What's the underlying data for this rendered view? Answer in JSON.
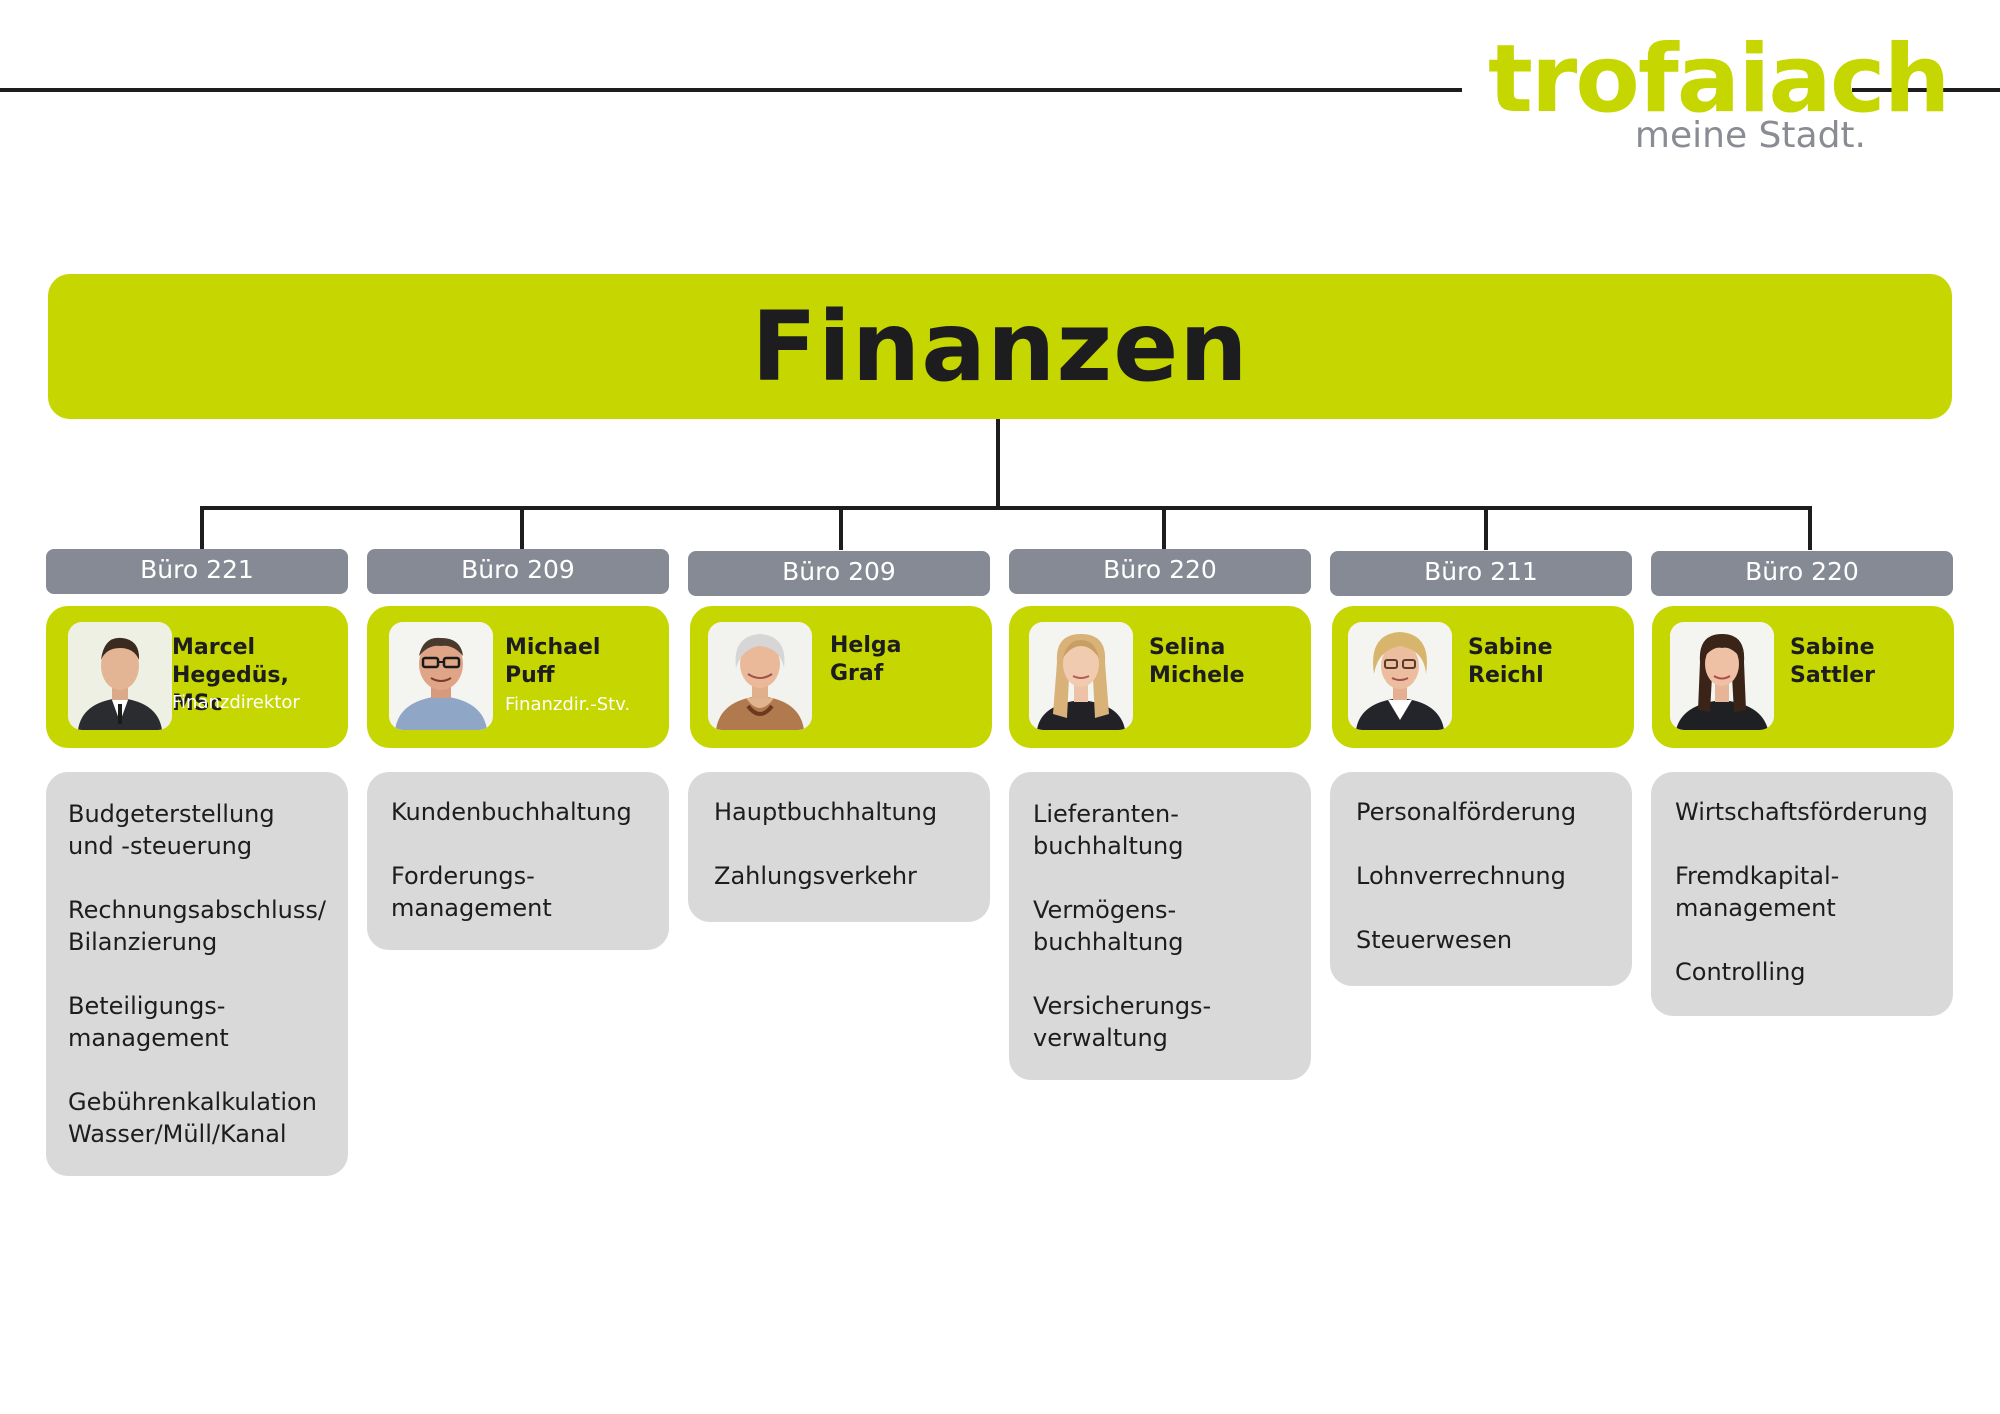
{
  "logo": {
    "word": "trofaiach",
    "tagline": "meine Stadt."
  },
  "title": "Finanzen",
  "colors": {
    "accent": "#c5d600",
    "room_bg": "#858a94",
    "task_bg": "#d9d9d9",
    "line": "#1d1d1f"
  },
  "columns": [
    {
      "room": "Büro 221",
      "name": "Marcel\nHegedüs, MSc",
      "role": "Finanzdirektor",
      "photo_icon": "person-photo-man-suit",
      "tasks": [
        "Budgeterstellung\nund -steuerung",
        "Rechnungsabschluss/\nBilanzierung",
        "Beteiligungs-\nmanagement",
        "Gebührenkalkulation\nWasser/Müll/Kanal"
      ]
    },
    {
      "room": "Büro 209",
      "name": "Michael\nPuff",
      "role": "Finanzdir.-Stv.",
      "photo_icon": "person-photo-man-glasses",
      "tasks": [
        "Kundenbuchhaltung",
        "Forderungs-\nmanagement"
      ]
    },
    {
      "room": "Büro 209",
      "name": "Helga\nGraf",
      "role": "",
      "photo_icon": "person-photo-woman-grey-hair",
      "tasks": [
        "Hauptbuchhaltung",
        "Zahlungsverkehr"
      ]
    },
    {
      "room": "Büro 220",
      "name": "Selina\nMichele",
      "role": "",
      "photo_icon": "person-photo-woman-blonde",
      "tasks": [
        "Lieferanten-\nbuchhaltung",
        "Vermögens-\nbuchhaltung",
        "Versicherungs-\nverwaltung"
      ]
    },
    {
      "room": "Büro 211",
      "name": "Sabine\nReichl",
      "role": "",
      "photo_icon": "person-photo-woman-curly-blonde",
      "tasks": [
        "Personalförderung",
        "Lohnverrechnung",
        "Steuerwesen"
      ]
    },
    {
      "room": "Büro 220",
      "name": "Sabine\nSattler",
      "role": "",
      "photo_icon": "person-photo-woman-brown-hair",
      "tasks": [
        "Wirtschaftsförderung",
        "Fremdkapital-\nmanagement",
        "Controlling"
      ]
    }
  ]
}
